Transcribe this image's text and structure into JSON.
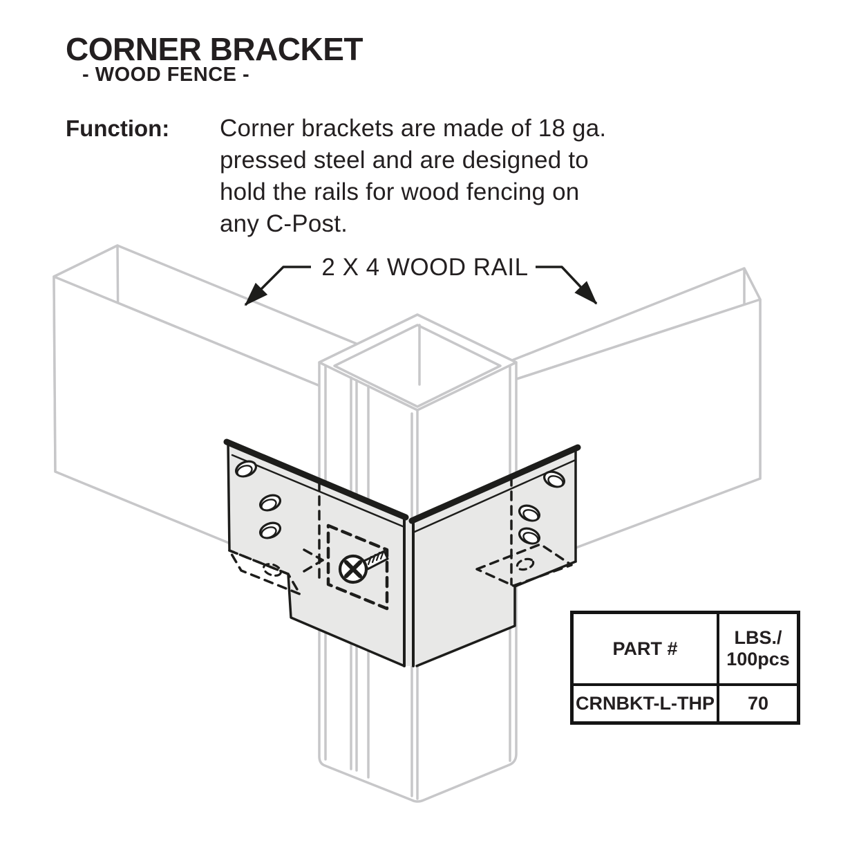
{
  "header": {
    "title": "CORNER BRACKET",
    "subtitle": "- WOOD FENCE -"
  },
  "function_block": {
    "label": "Function:",
    "lines": [
      "Corner brackets are made of 18 ga.",
      "pressed steel and are designed to",
      "hold the rails for wood fencing on",
      "any C-Post."
    ]
  },
  "diagram": {
    "callout_label": "2 X 4 WOOD RAIL"
  },
  "spec_table": {
    "col1_header": "PART #",
    "col2_header_line1": "LBS./",
    "col2_header_line2": "100pcs",
    "row": {
      "part_number": "CRNBKT-L-THP",
      "lbs_per_100pcs": "70"
    }
  },
  "colors": {
    "ink": "#231f20",
    "ghost_line_gray": "#c7c7c9",
    "bracket_fill": "#e8e8e7",
    "bracket_stroke": "#1d1d1b",
    "table_border": "#141414"
  }
}
